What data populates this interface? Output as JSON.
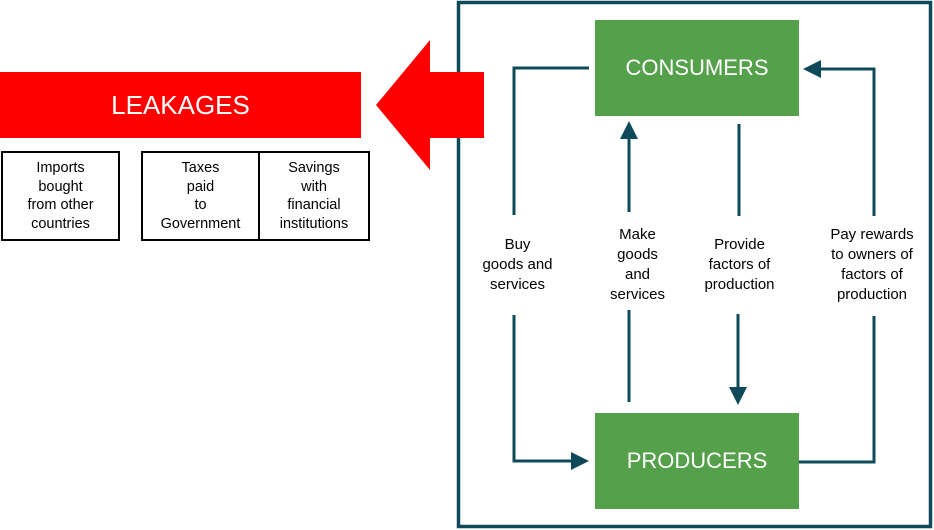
{
  "colors": {
    "leakage_red": "#ff0000",
    "node_green": "#55a04a",
    "flow_line": "#0e4a5a",
    "frame": "#0e4a5a"
  },
  "leakages": {
    "title": "LEAKAGES",
    "items": [
      {
        "label": "Imports\nbought\nfrom other\ncountries"
      },
      {
        "label": "Taxes\npaid\nto\nGovernment"
      },
      {
        "label": "Savings\nwith\nfinancial\ninstitutions"
      }
    ]
  },
  "circular_flow": {
    "top_node": "CONSUMERS",
    "bottom_node": "PRODUCERS",
    "flows": [
      {
        "label": "Buy\ngoods and\nservices",
        "direction": "consumers-to-producers"
      },
      {
        "label": "Make\ngoods\nand\nservices",
        "direction": "producers-to-consumers"
      },
      {
        "label": "Provide\nfactors of\nproduction",
        "direction": "consumers-to-producers"
      },
      {
        "label": "Pay rewards\nto owners of\nfactors of\nproduction",
        "direction": "producers-to-consumers"
      }
    ]
  }
}
